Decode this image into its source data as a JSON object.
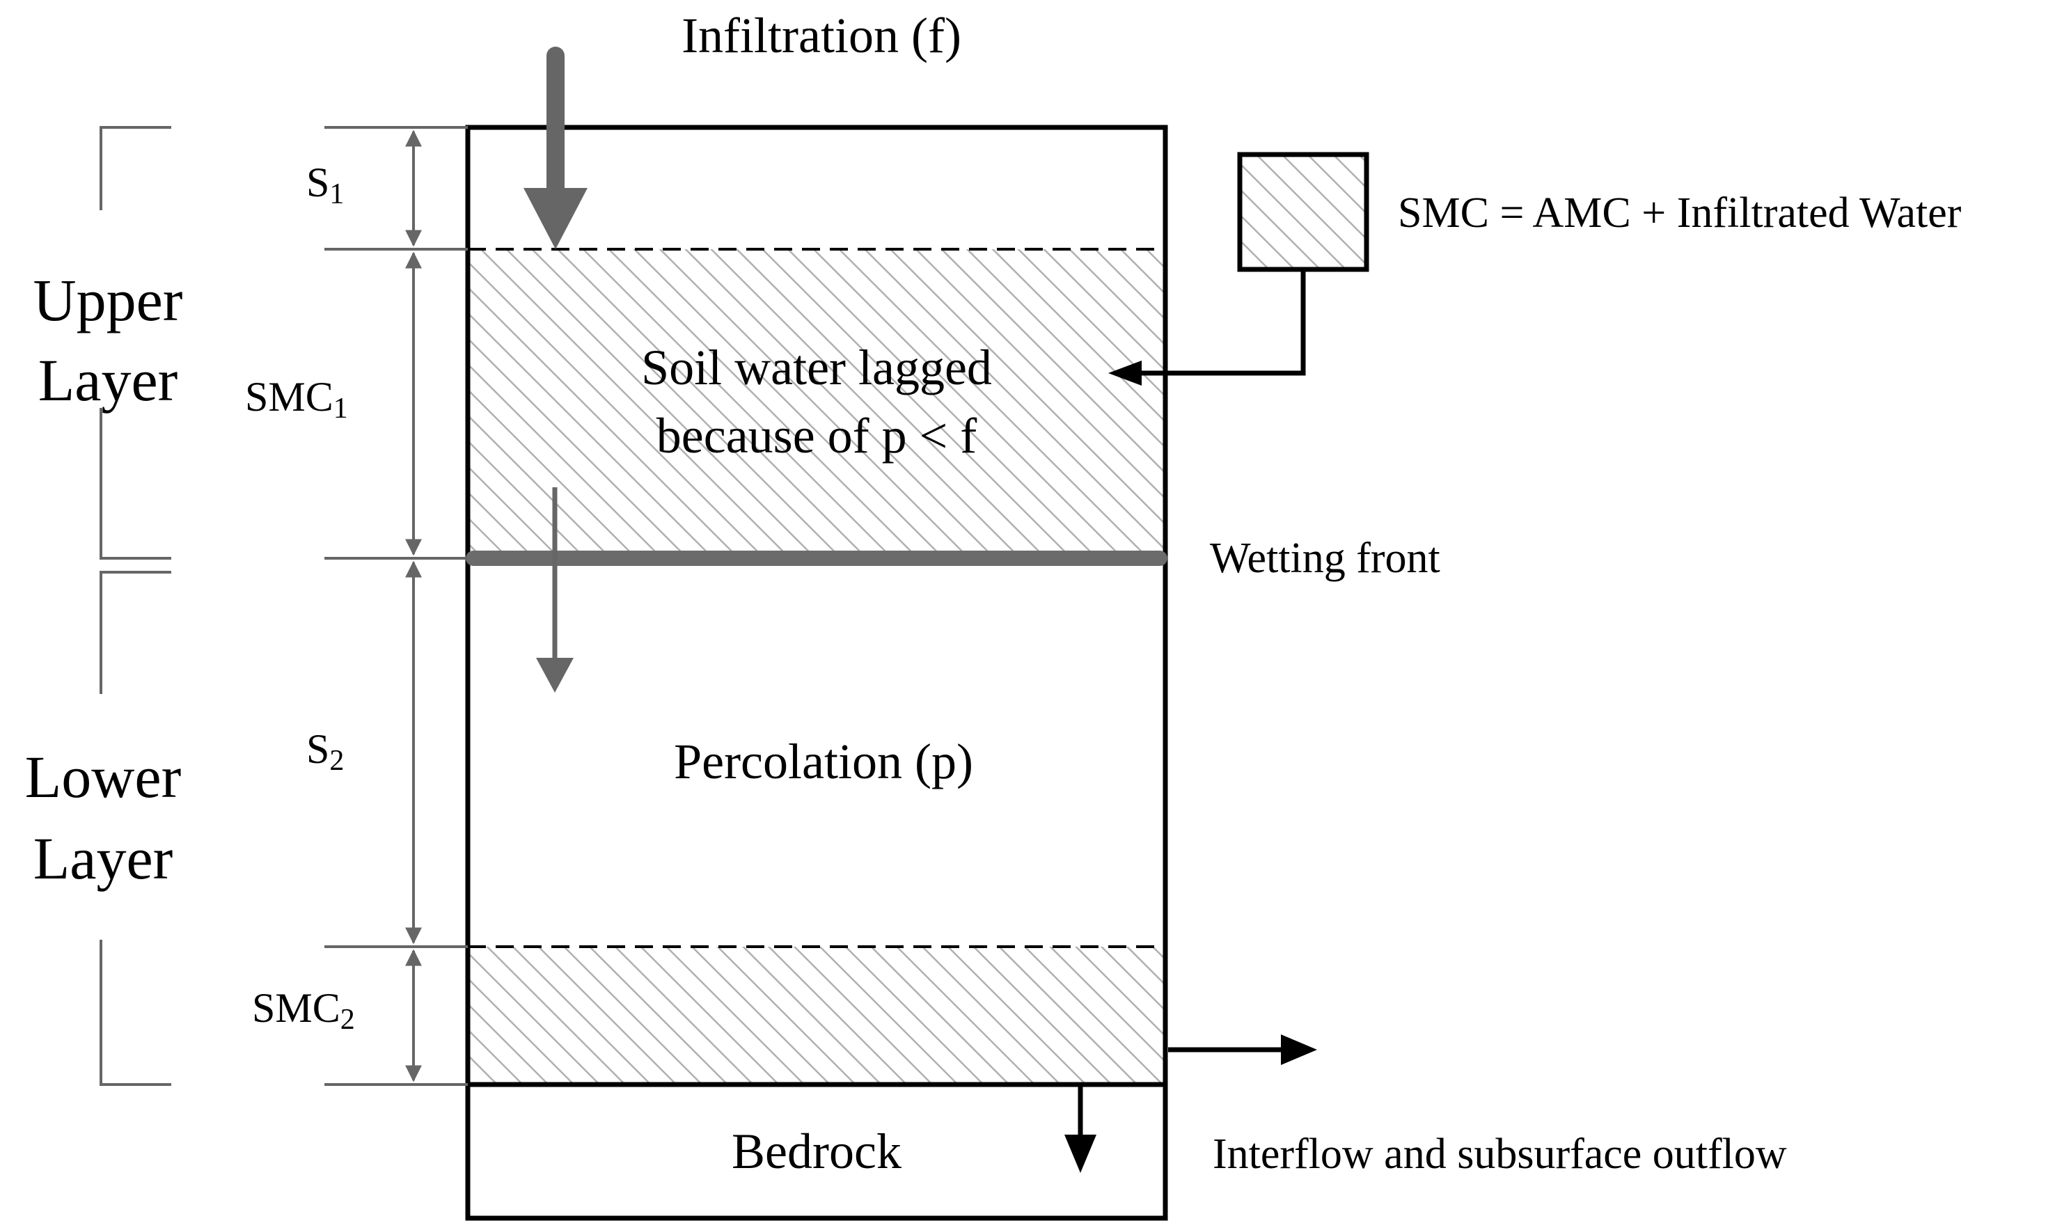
{
  "labels": {
    "infiltration": "Infiltration (f)",
    "upper_layer_line1": "Upper",
    "upper_layer_line2": "Layer",
    "lower_layer_line1": "Lower",
    "lower_layer_line2": "Layer",
    "s1_main": "S",
    "s1_sub": "1",
    "smc1_main": "SMC",
    "smc1_sub": "1",
    "s2_main": "S",
    "s2_sub": "2",
    "smc2_main": "SMC",
    "smc2_sub": "2",
    "soil_water_line1": "Soil water lagged",
    "soil_water_line2": "because of p < f",
    "percolation": "Percolation (p)",
    "bedrock": "Bedrock",
    "wetting_front": "Wetting front",
    "legend_text": "SMC = AMC + Infiltrated Water",
    "outflow": "Interflow and subsurface outflow"
  },
  "colors": {
    "outline": "#000000",
    "gray_line": "#666666",
    "hatch": "#b0b0b0",
    "wetting_front": "#6b6b6b"
  }
}
